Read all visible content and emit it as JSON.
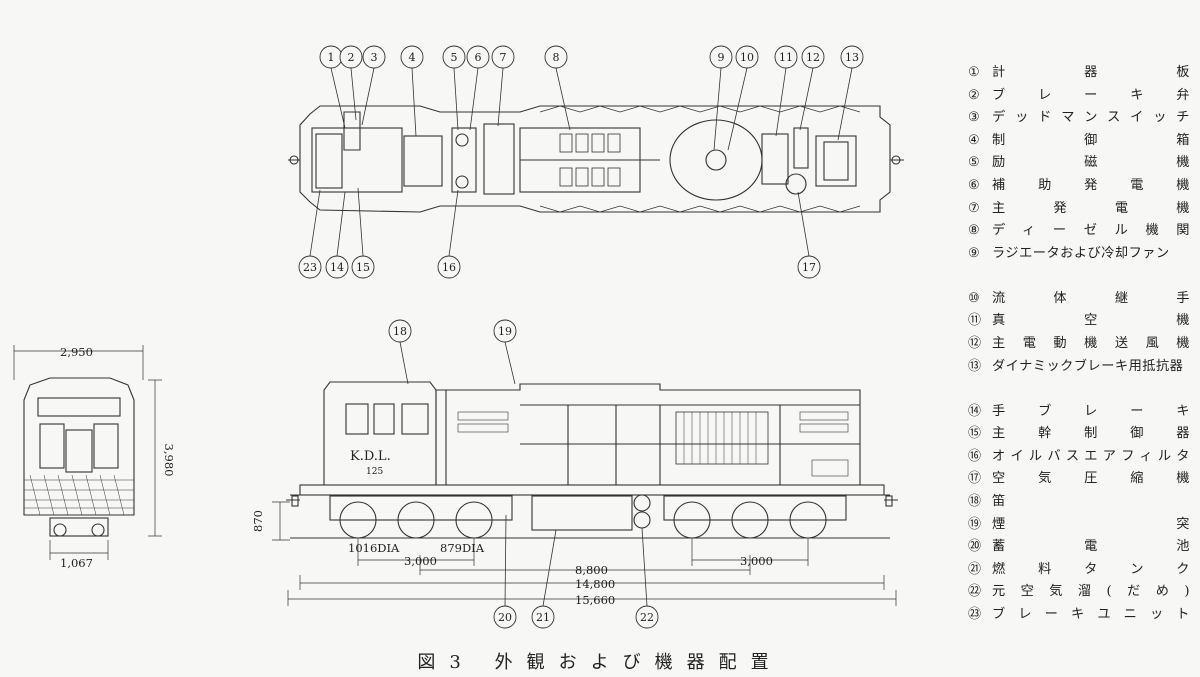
{
  "caption": "図3 外観および機器配置",
  "legend": [
    {
      "num": "①",
      "text": "計器板",
      "spread": true
    },
    {
      "num": "②",
      "text": "ブレーキ弁",
      "spread": true
    },
    {
      "num": "③",
      "text": "デッドマンスイッチ",
      "spread": true
    },
    {
      "num": "④",
      "text": "制御箱",
      "spread": true
    },
    {
      "num": "⑤",
      "text": "励磁機",
      "spread": true
    },
    {
      "num": "⑥",
      "text": "補助発電機",
      "spread": true
    },
    {
      "num": "⑦",
      "text": "主発電機",
      "spread": true
    },
    {
      "num": "⑧",
      "text": "ディーゼル機関",
      "spread": true
    },
    {
      "num": "⑨",
      "text": "ラジエータおよび冷却ファン",
      "spread": false
    },
    {
      "num": "⑩",
      "text": "流体継手",
      "spread": true
    },
    {
      "num": "⑪",
      "text": "真空機",
      "spread": true
    },
    {
      "num": "⑫",
      "text": "主電動機送風機",
      "spread": true
    },
    {
      "num": "⑬",
      "text": "ダイナミックブレーキ用抵抗器",
      "spread": false
    },
    {
      "num": "⑭",
      "text": "手ブレーキ",
      "spread": true
    },
    {
      "num": "⑮",
      "text": "主幹制御器",
      "spread": true
    },
    {
      "num": "⑯",
      "text": "オイルバスエアフィルタ",
      "spread": true
    },
    {
      "num": "⑰",
      "text": "空気圧縮機",
      "spread": true
    },
    {
      "num": "⑱",
      "text": "笛",
      "spread": false
    },
    {
      "num": "⑲",
      "text": "煙突",
      "spread": true
    },
    {
      "num": "⑳",
      "text": "蓄電池",
      "spread": true
    },
    {
      "num": "㉑",
      "text": "燃料タンク",
      "spread": true
    },
    {
      "num": "㉒",
      "text": "元空気溜(だめ)",
      "spread": true
    },
    {
      "num": "㉓",
      "text": "ブレーキユニット",
      "spread": true
    }
  ],
  "callouts": {
    "top": [
      "1",
      "2",
      "3",
      "4",
      "5",
      "6",
      "7",
      "8",
      "9",
      "10",
      "11",
      "12",
      "13"
    ],
    "top_bottom": [
      "23",
      "14",
      "15",
      "16",
      "17"
    ],
    "side": [
      "18",
      "19",
      "20",
      "21",
      "22"
    ]
  },
  "body_lettering": {
    "mark": "K.D.L.",
    "number": "125"
  },
  "dimensions": {
    "front_width": "2,950",
    "front_height": "3,980",
    "gauge": "1,067",
    "axle_height": "870",
    "wheel_dia_1": "1016DIA",
    "wheel_dia_2": "879DIA",
    "truck_wheelbase_left": "3,000",
    "truck_wheelbase_right": "3,000",
    "truck_centers": "8,800",
    "body_length": "14,800",
    "overall_length": "15,660"
  }
}
